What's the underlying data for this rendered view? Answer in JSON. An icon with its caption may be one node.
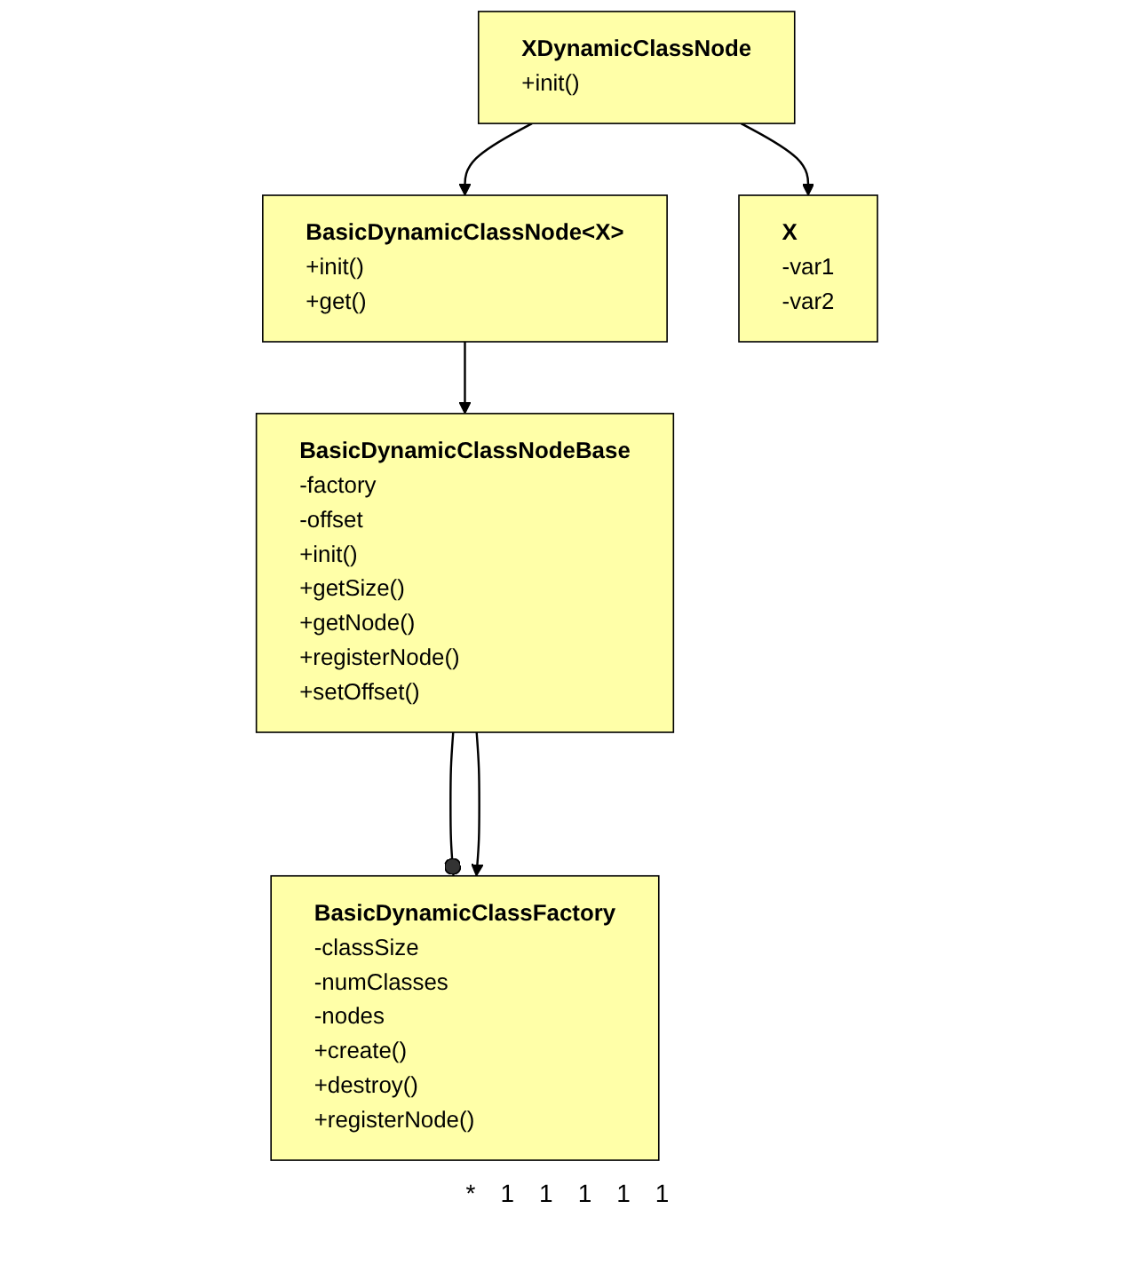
{
  "diagram": {
    "nodes": [
      {
        "text": [
          "BasicDynamicClassNodeBase",
          "-factory",
          "-offset",
          "+init()",
          "+getSize()",
          "+getNode()",
          "+registerNode()",
          "+setOffset()"
        ]
      },
      {
        "text": [
          "BasicDynamicClassFactory",
          "-classSize",
          "-numClasses",
          "-nodes",
          "+create()",
          "+destroy()",
          "+registerNode()"
        ]
      },
      {
        "text": [
          "BasicDynamicClassNode<X>",
          "+init()",
          "+get()"
        ]
      },
      {
        "text": [
          "XDynamicClassNode",
          "+init()"
        ]
      },
      {
        "text": [
          "X",
          "-var1",
          "-var2"
        ]
      }
    ],
    "edges": [
      {
        "from": 0,
        "to": 1,
        "arrow": "other"
      },
      {
        "from": 0,
        "to": 1,
        "arrow": "to"
      },
      {
        "from": 2,
        "to": 0,
        "arrow": "to"
      },
      {
        "from": 3,
        "to": 2,
        "arrow": "to"
      },
      {
        "from": 3,
        "to": 4,
        "arrow": "to"
      }
    ],
    "labels": [
      "*",
      "1",
      "1",
      "1",
      "1",
      "1"
    ]
  }
}
